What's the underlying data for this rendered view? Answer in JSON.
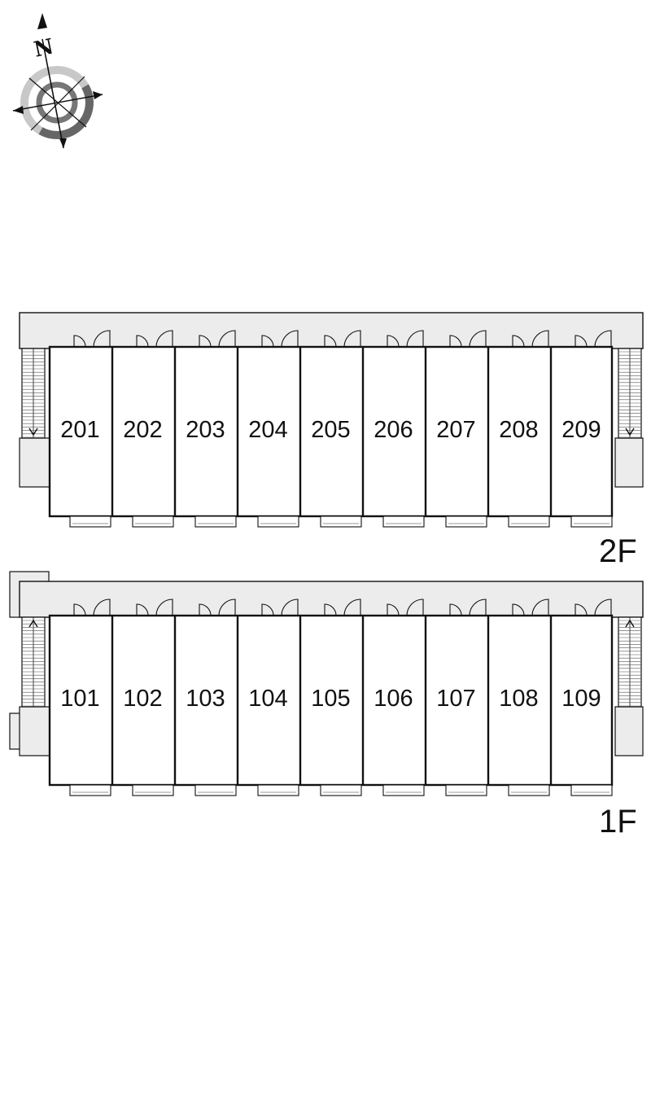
{
  "compass": {
    "letter": "N",
    "icon": "north-arrow-compass-icon"
  },
  "floors": [
    {
      "id": "2F",
      "label": "2F",
      "units": [
        "201",
        "202",
        "203",
        "204",
        "205",
        "206",
        "207",
        "208",
        "209"
      ],
      "stair_arrow": "down"
    },
    {
      "id": "1F",
      "label": "1F",
      "units": [
        "101",
        "102",
        "103",
        "104",
        "105",
        "106",
        "107",
        "108",
        "109"
      ],
      "stair_arrow": "up"
    }
  ],
  "colors": {
    "corridor": "#ececec",
    "wall": "#111111",
    "compass_dark": "#666666",
    "compass_light": "#c8c8c8"
  }
}
